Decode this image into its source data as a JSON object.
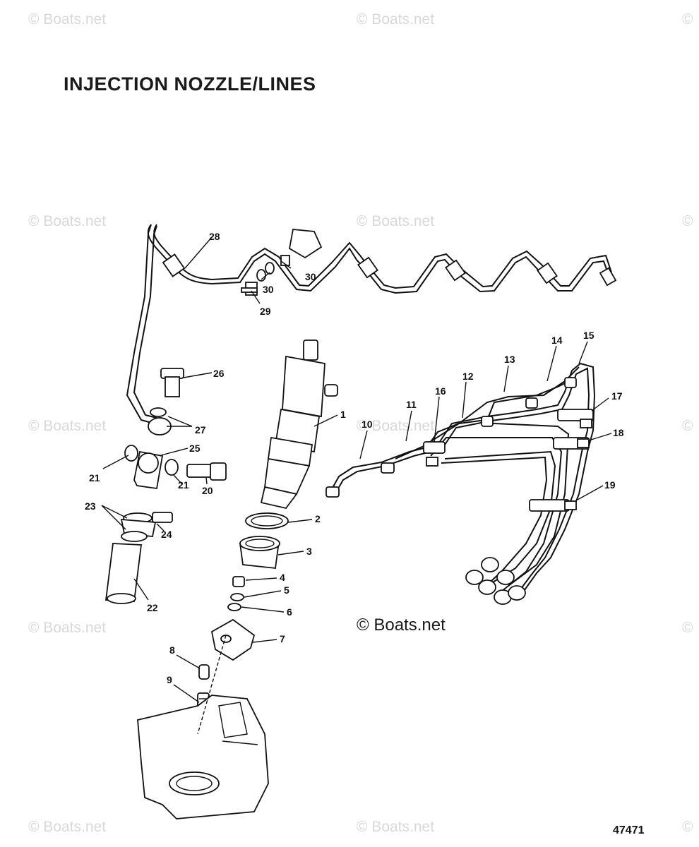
{
  "title": "INJECTION NOZZLE/LINES",
  "figure_number": "47471",
  "watermark_main": "© Boats.net",
  "watermarks": {
    "text": "© Boats.net",
    "edge_text": "©"
  },
  "callouts": [
    "1",
    "2",
    "3",
    "4",
    "5",
    "6",
    "7",
    "8",
    "9",
    "10",
    "11",
    "12",
    "13",
    "14",
    "15",
    "16",
    "17",
    "18",
    "19",
    "20",
    "21",
    "21",
    "22",
    "23",
    "24",
    "25",
    "26",
    "27",
    "28",
    "29",
    "30",
    "30"
  ]
}
